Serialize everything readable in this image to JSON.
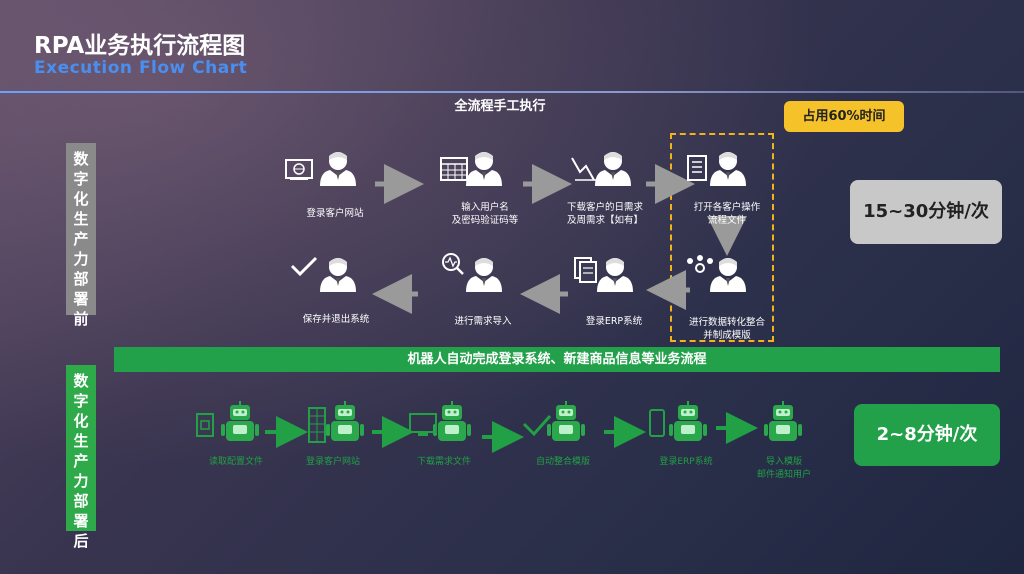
{
  "header": {
    "title_cn": "RPA业务执行流程图",
    "title_en": "Execution Flow Chart"
  },
  "manual": {
    "section_label": "全流程手工执行",
    "badge": "占用60%时间",
    "side_label": [
      "数",
      "字",
      "化",
      "生",
      "产",
      "力",
      "部",
      "署",
      "前"
    ],
    "duration": "15~30分钟/次",
    "steps": [
      {
        "label": "登录客户网站",
        "icon": "browser-icon"
      },
      {
        "label_lines": [
          "输入用户名",
          "及密码验证码等"
        ],
        "icon": "keyboard-icon"
      },
      {
        "label_lines": [
          "下载客户的日需求",
          "及周需求【如有】"
        ],
        "icon": "trend-chart-icon"
      },
      {
        "label_lines": [
          "打开各客户操作",
          "流程文件"
        ],
        "icon": "document-list-icon"
      },
      {
        "label_lines": [
          "进行数据转化整合",
          "并制成模版"
        ],
        "icon": "team-gear-icon"
      },
      {
        "label": "登录ERP系统",
        "icon": "documents-icon"
      },
      {
        "label": "进行需求导入",
        "icon": "magnifier-heartbeat-icon"
      },
      {
        "label": "保存并退出系统",
        "icon": "checkmark-icon"
      }
    ]
  },
  "banner": {
    "text": "机器人自动完成登录系统、新建商品信息等业务流程"
  },
  "robot": {
    "side_label": [
      "数",
      "字",
      "化",
      "生",
      "产",
      "力",
      "部",
      "署",
      "后"
    ],
    "duration": "2~8分钟/次",
    "steps": [
      {
        "label": "读取配置文件",
        "icon": "config-file-icon"
      },
      {
        "label": "登录客户网站",
        "icon": "keyboard-icon"
      },
      {
        "label": "下载需求文件",
        "icon": "monitor-icon"
      },
      {
        "label": "自动整合模版",
        "icon": "checkmark-icon"
      },
      {
        "label": "登录ERP系统",
        "icon": "phone-icon"
      },
      {
        "label_lines": [
          "导入模版",
          "邮件通知用户"
        ],
        "icon": "email-icon"
      }
    ]
  },
  "colors": {
    "accent_blue": "#4a8ff0",
    "green": "#23a04a",
    "gold": "#f5c22a",
    "gray": "#8a8a8a"
  }
}
